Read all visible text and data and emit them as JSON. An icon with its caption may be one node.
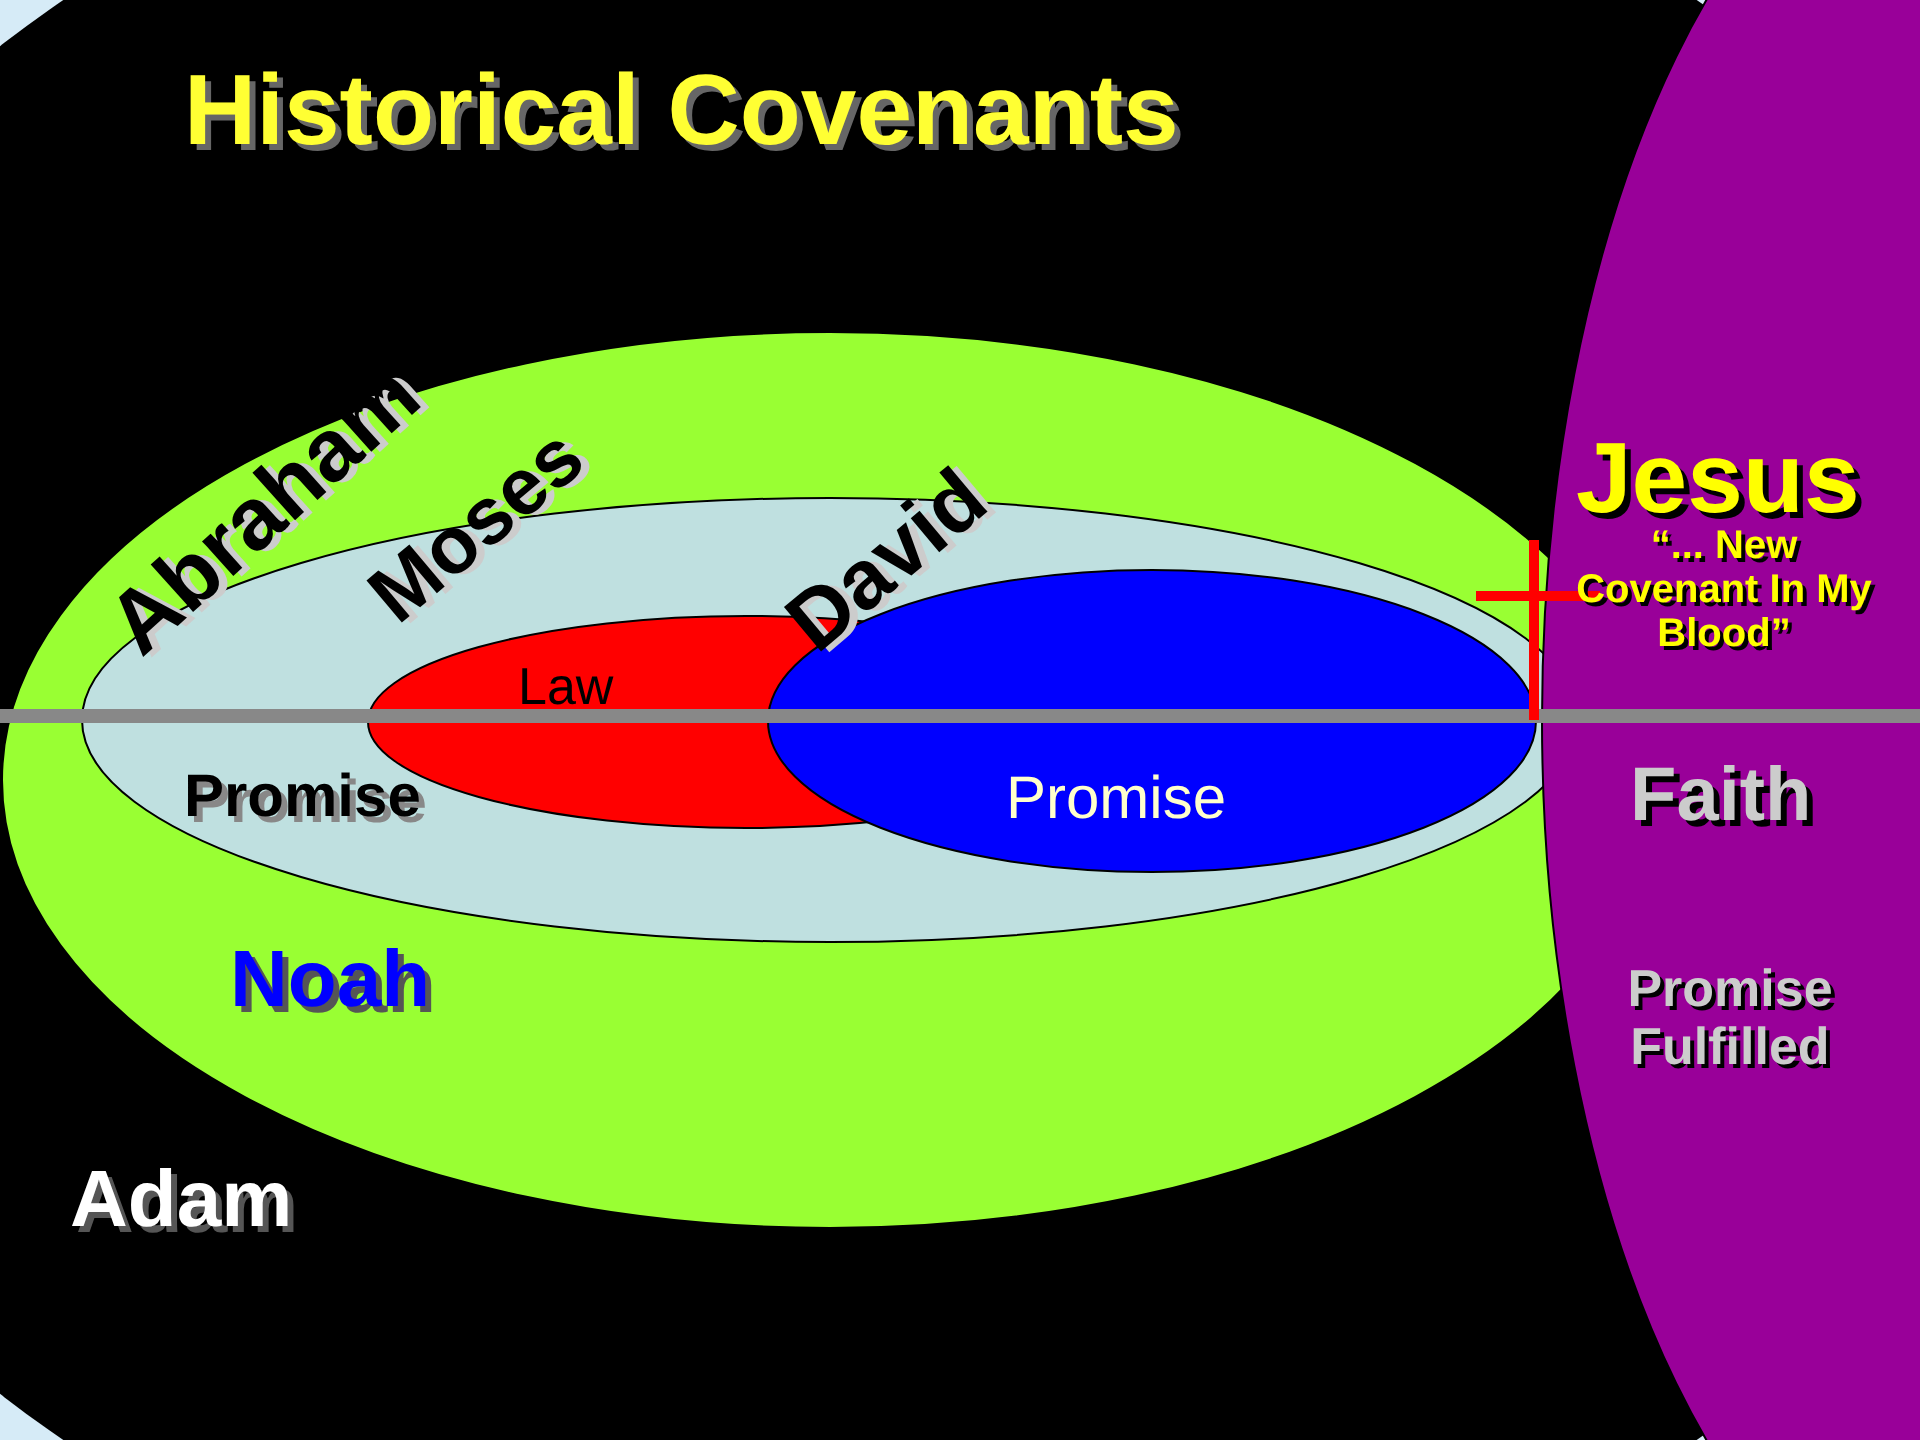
{
  "diagram": {
    "title": "Historical Covenants",
    "nodes": [
      {
        "text": [
          "Adam"
        ]
      },
      {
        "text": [
          "Noah"
        ],
        "in": 0
      },
      {
        "text": [
          "Abraham",
          "Promise"
        ],
        "in": 1
      },
      {
        "text": [
          "Moses",
          "Law"
        ],
        "in": 2
      },
      {
        "text": [
          "David",
          "Promise"
        ],
        "in": 2
      },
      {
        "text": [
          "Jesus",
          "“... New Covenant In My Blood”",
          "Faith",
          "Promise Fulfilled"
        ]
      }
    ],
    "edges": []
  }
}
